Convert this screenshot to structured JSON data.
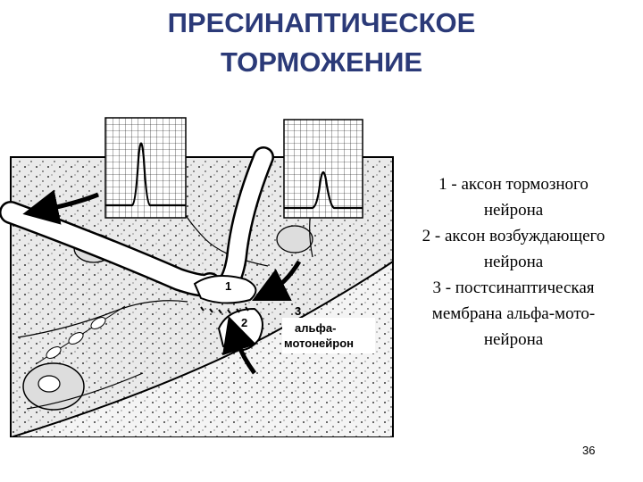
{
  "slide": {
    "title_line1": "ПРЕСИНАПТИЧЕСКОЕ",
    "title_line2": "ТОРМОЖЕНИЕ",
    "page_number": "36"
  },
  "figure": {
    "label_1": "1",
    "label_2": "2",
    "label_3": "3",
    "neuron_label_line1": "альфа-",
    "neuron_label_line2": "мотонейрон"
  },
  "legend": {
    "lines": [
      "1 - аксон тормозного",
      "нейрона",
      "2 - аксон возбуждающего",
      "нейрона",
      "3 - постсинаптическая",
      "мембрана альфа-мото-",
      "нейрона"
    ]
  }
}
